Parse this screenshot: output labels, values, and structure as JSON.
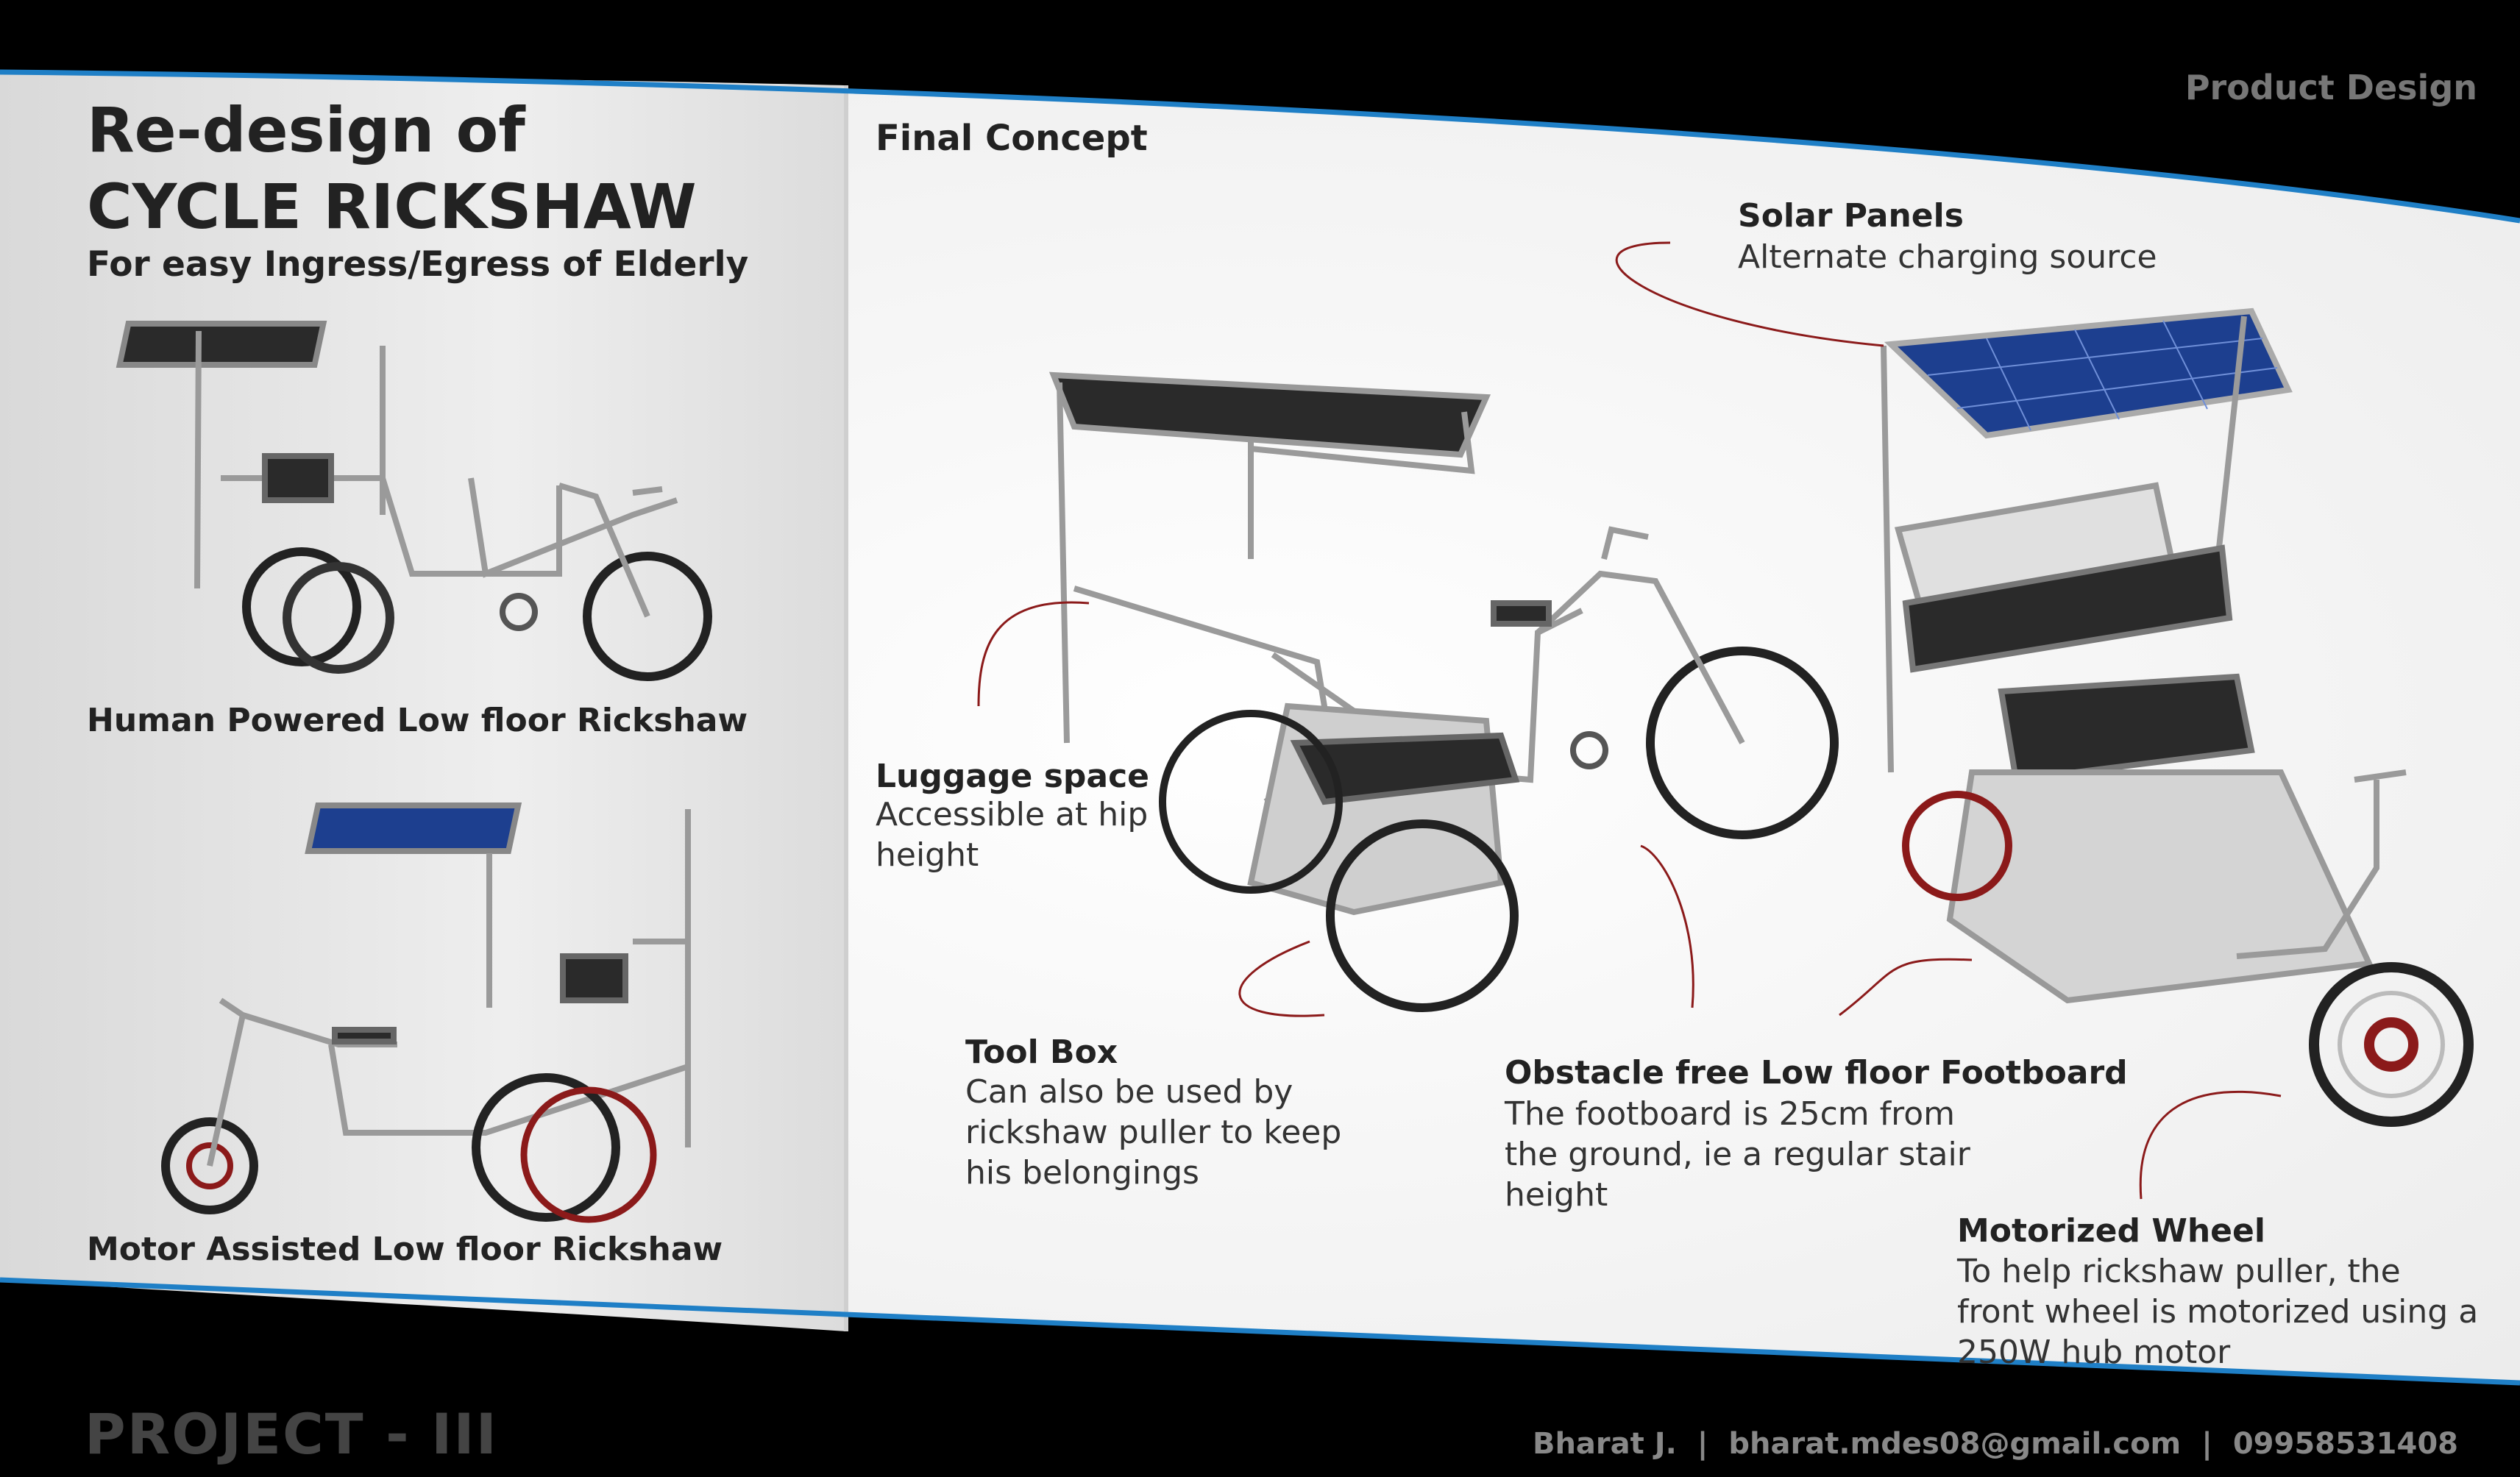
{
  "header": {
    "title_line1": "Re-design of",
    "title_line2": "CYCLE RICKSHAW",
    "subtitle": "For easy Ingress/Egress of Elderly",
    "category": "Product Design"
  },
  "left_panel": {
    "caption_top": "Human Powered Low floor Rickshaw",
    "caption_bottom": "Motor Assisted Low floor Rickshaw"
  },
  "main": {
    "section_title": "Final Concept",
    "annotations": [
      {
        "title": "Solar Panels",
        "text": "Alternate charging source"
      },
      {
        "title": "Luggage space",
        "text": "Accessible at hip height"
      },
      {
        "title": "Tool Box",
        "text": "Can also be used by rickshaw puller to keep his belongings"
      },
      {
        "title": "Obstacle free Low floor Footboard",
        "text": "The footboard is 25cm from the ground, ie a regular stair height"
      },
      {
        "title": "Motorized Wheel",
        "text": "To help rickshaw puller, the front wheel is motorized using a 250W hub motor"
      }
    ]
  },
  "footer": {
    "project": "PROJECT - III",
    "author": "Bharat J.",
    "separator": "|",
    "email": "bharat.mdes08@gmail.com",
    "phone": "09958531408"
  },
  "colors": {
    "accent_blue": "#1f7fc6",
    "accent_red": "#8b1a1a",
    "canopy": "#2a2a2a",
    "solar": "#1d3f8f"
  },
  "icons": [
    "rickshaw-illustration",
    "solar-panel-icon"
  ]
}
